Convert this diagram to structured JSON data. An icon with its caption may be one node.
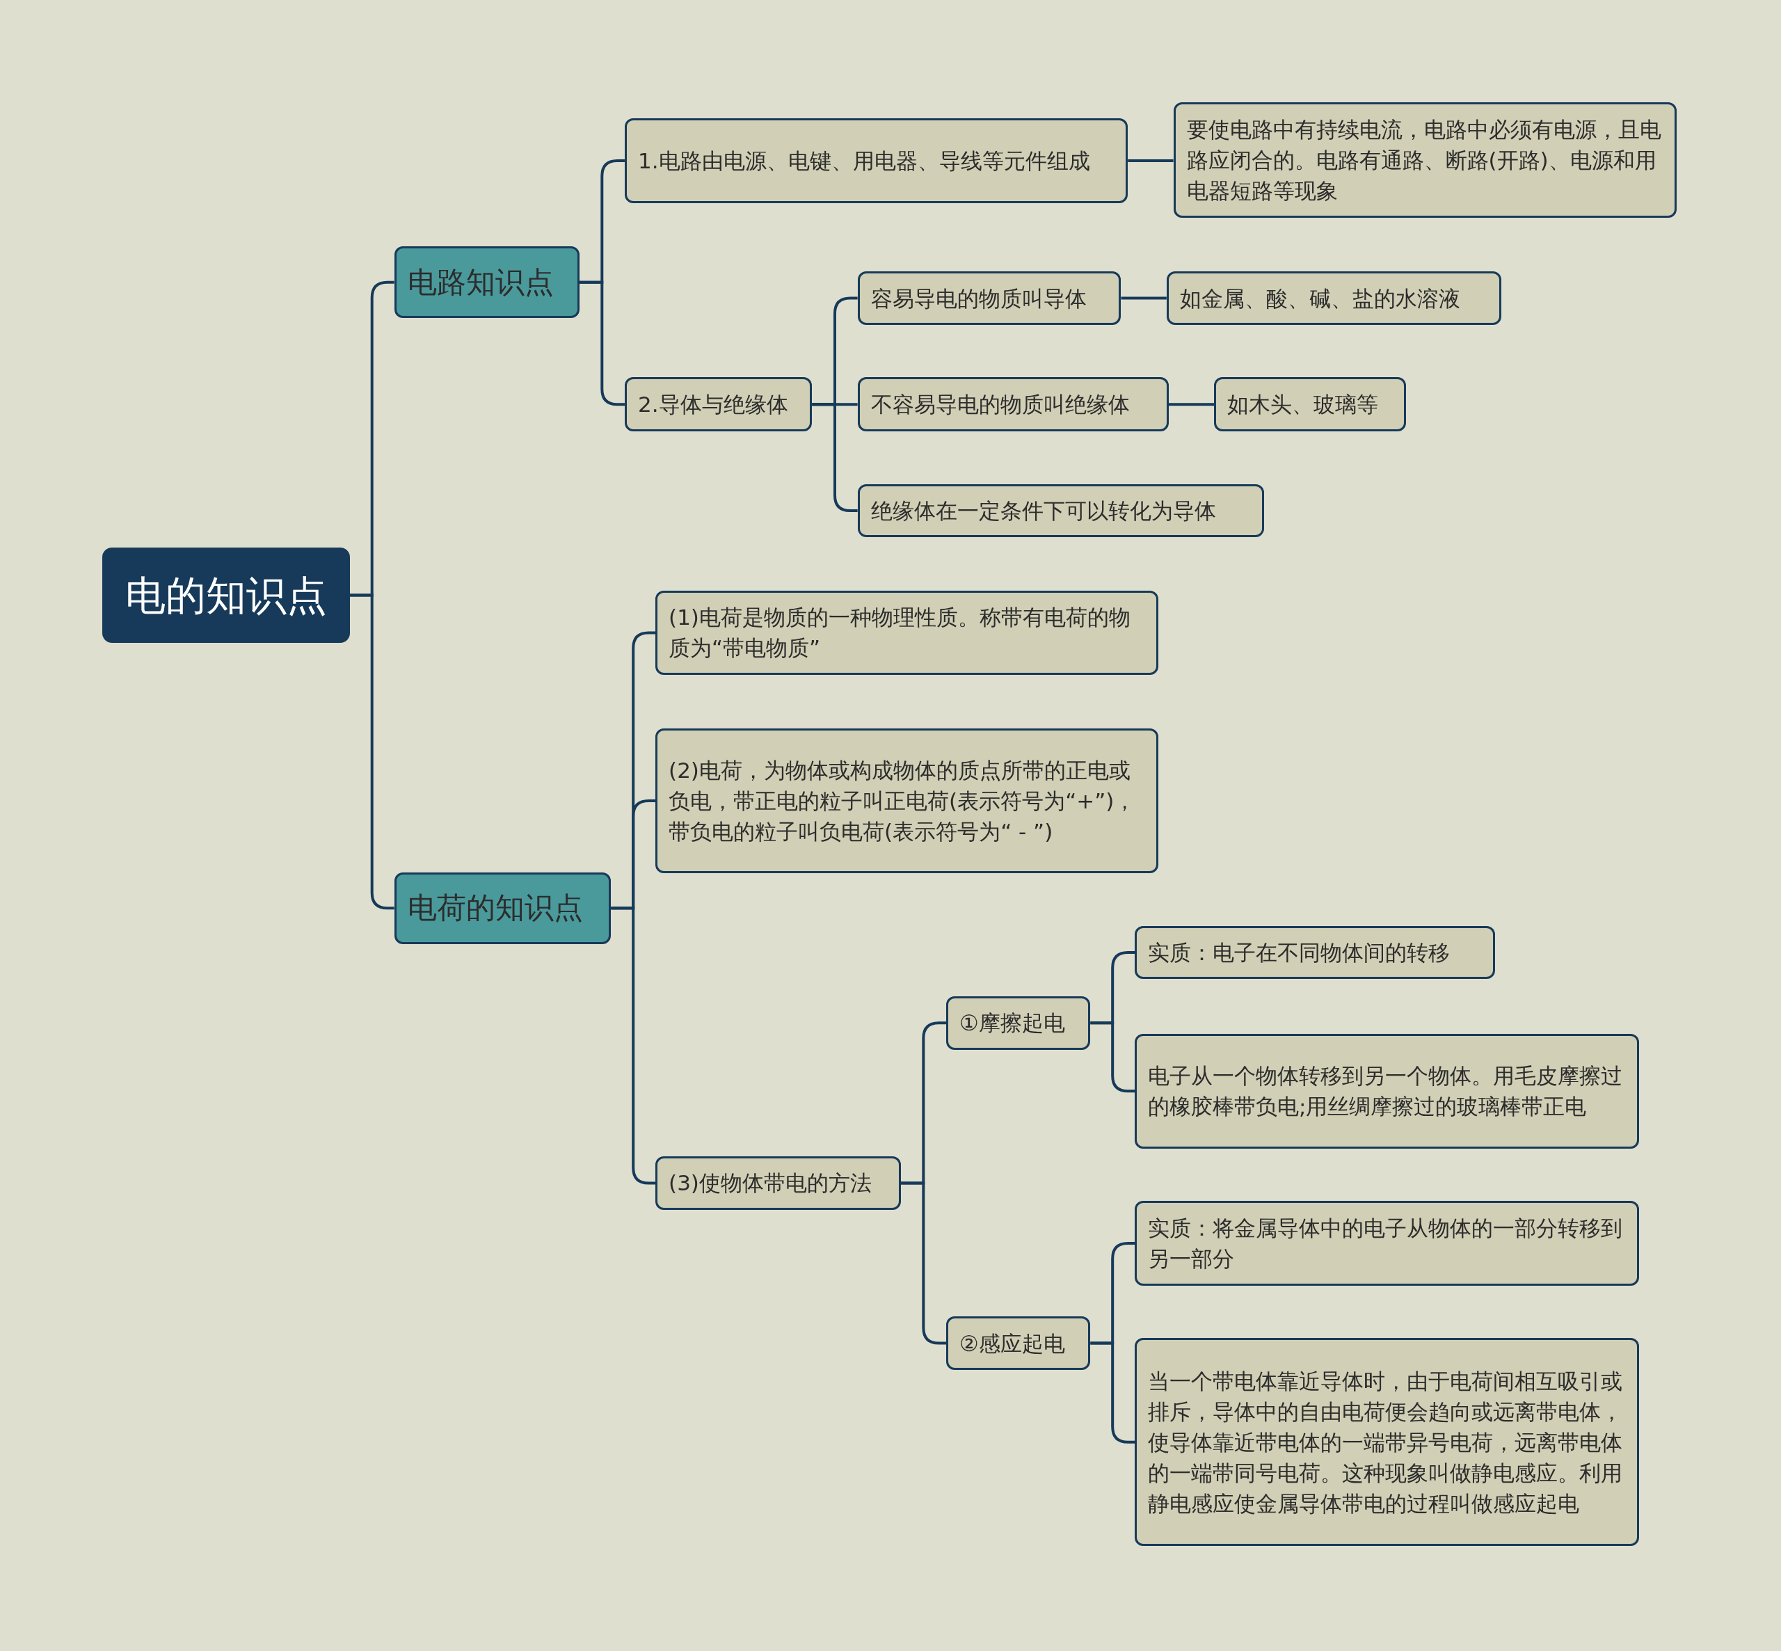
{
  "diagram": {
    "nodes": [
      {
        "text": [
          "电的知识点"
        ]
      },
      {
        "text": [
          "电路知识点"
        ]
      },
      {
        "text": [
          "1.电路由电源、电键、用电器、导线等元件组成"
        ]
      },
      {
        "text": [
          "要使电路中有持续电流，电路中必须有电源，且电路应闭合的。电路有通路、断路(开路)、电源和用电器短路等现象"
        ]
      },
      {
        "text": [
          "2.导体与绝缘体"
        ]
      },
      {
        "text": [
          "容易导电的物质叫导体"
        ]
      },
      {
        "text": [
          "如金属、酸、碱、盐的水溶液"
        ]
      },
      {
        "text": [
          "不容易导电的物质叫绝缘体"
        ]
      },
      {
        "text": [
          "如木头、玻璃等"
        ]
      },
      {
        "text": [
          "绝缘体在一定条件下可以转化为导体"
        ]
      },
      {
        "text": [
          "电荷的知识点"
        ]
      },
      {
        "text": [
          "(1)电荷是物质的一种物理性质。称带有电荷的物质为“带电物质”"
        ]
      },
      {
        "text": [
          "(2)电荷，为物体或构成物体的质点所带的正电或负电，带正电的粒子叫正电荷(表示符号为“+”)，带负电的粒子叫负电荷(表示符号为“ - ”)"
        ]
      },
      {
        "text": [
          "(3)使物体带电的方法"
        ]
      },
      {
        "text": [
          "①摩擦起电"
        ]
      },
      {
        "text": [
          "实质：电子在不同物体间的转移"
        ]
      },
      {
        "text": [
          "电子从一个物体转移到另一个物体。用毛皮摩擦过的橡胶棒带负电;用丝绸摩擦过的玻璃棒带正电"
        ]
      },
      {
        "text": [
          "②感应起电"
        ]
      },
      {
        "text": [
          "实质：将金属导体中的电子从物体的一部分转移到另一部分"
        ]
      },
      {
        "text": [
          "当一个带电体靠近导体时，由于电荷间相互吸引或排斥，导体中的自由电荷便会趋向或远离带电体，使导体靠近带电体的一端带异号电荷，远离带电体的一端带同号电荷。这种现象叫做静电感应。利用静电感应使金属导体带电的过程叫做感应起电"
        ]
      }
    ],
    "edges": [
      {
        "from": 0,
        "to": 1,
        "arrow": "none"
      },
      {
        "from": 1,
        "to": 2,
        "arrow": "none"
      },
      {
        "from": 2,
        "to": 3,
        "arrow": "none"
      },
      {
        "from": 1,
        "to": 4,
        "arrow": "none"
      },
      {
        "from": 4,
        "to": 5,
        "arrow": "none"
      },
      {
        "from": 5,
        "to": 6,
        "arrow": "none"
      },
      {
        "from": 4,
        "to": 7,
        "arrow": "none"
      },
      {
        "from": 7,
        "to": 8,
        "arrow": "none"
      },
      {
        "from": 4,
        "to": 9,
        "arrow": "none"
      },
      {
        "from": 0,
        "to": 10,
        "arrow": "none"
      },
      {
        "from": 10,
        "to": 11,
        "arrow": "none"
      },
      {
        "from": 10,
        "to": 12,
        "arrow": "none"
      },
      {
        "from": 10,
        "to": 13,
        "arrow": "none"
      },
      {
        "from": 13,
        "to": 14,
        "arrow": "none"
      },
      {
        "from": 14,
        "to": 15,
        "arrow": "none"
      },
      {
        "from": 14,
        "to": 16,
        "arrow": "none"
      },
      {
        "from": 13,
        "to": 17,
        "arrow": "none"
      },
      {
        "from": 17,
        "to": 18,
        "arrow": "none"
      },
      {
        "from": 17,
        "to": 19,
        "arrow": "none"
      }
    ]
  }
}
